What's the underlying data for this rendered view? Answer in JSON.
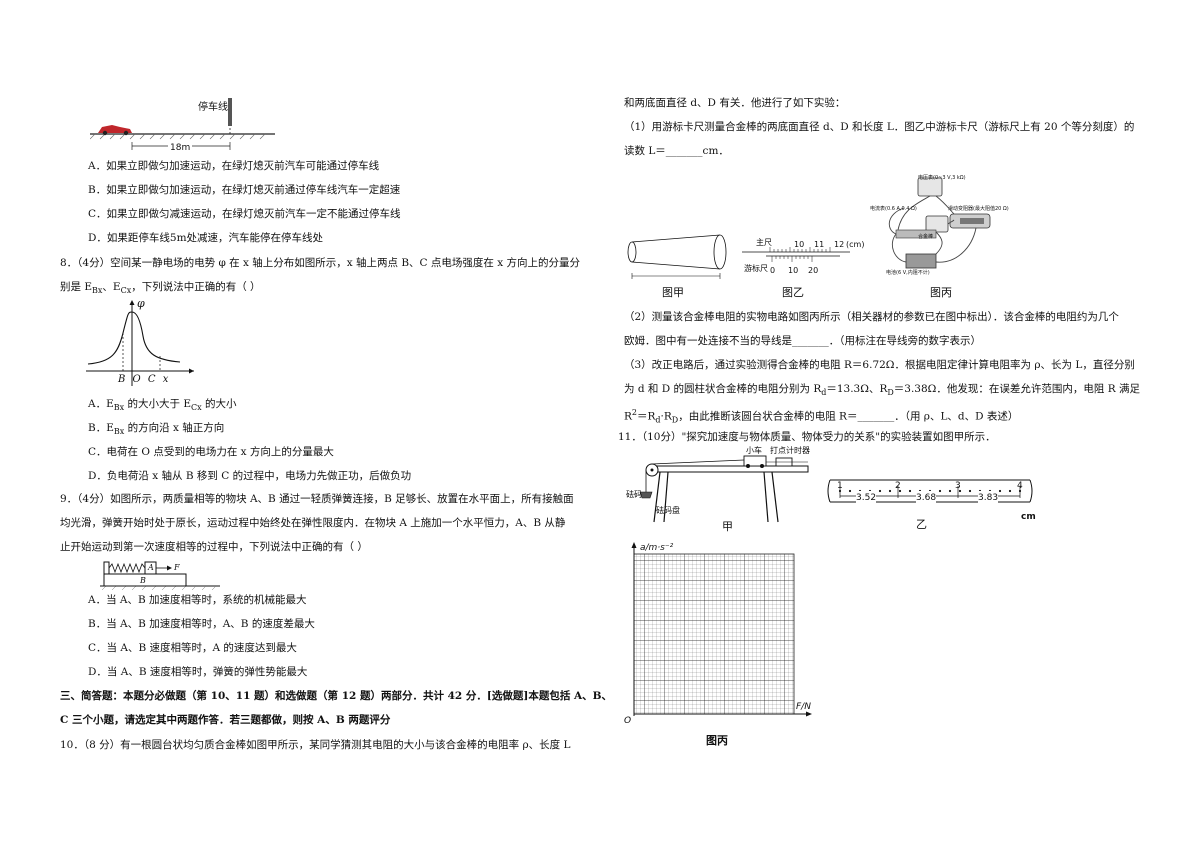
{
  "q7": {
    "fig_label_stopline": "停车线",
    "fig_label_distance": "18m",
    "options": [
      "A．如果立即做匀加速运动，在绿灯熄灭前汽车可能通过停车线",
      "B．如果立即做匀加速运动，在绿灯熄灭前通过停车线汽车一定超速",
      "C．如果立即做匀减速运动，在绿灯熄灭前汽车一定不能通过停车线",
      "D．如果距停车线5m处减速，汽车能停在停车线处"
    ]
  },
  "q8": {
    "stem_line1": "8．（4分）空间某一静电场的电势 φ 在 x 轴上分布如图所示，x 轴上两点 B、C 点电场强度在 x 方向上的分量分",
    "stem_line2": "别是 E",
    "stem_line2_tail": "，下列说法中正确的有（        ）",
    "axis_y": "φ",
    "axis_labels": "B O  C  x",
    "options": [
      "A．E",
      "B．E",
      "C．电荷在 O 点受到的电场力在 x 方向上的分量最大",
      "D．负电荷沿 x 轴从 B 移到 C 的过程中，电场力先做正功，后做负功"
    ],
    "optA_tail": " 的大小大于 E",
    "optA_end": " 的大小",
    "optB_tail": " 的方向沿 x 轴正方向",
    "sub_Bx": "Bx",
    "sub_Cx": "Cx"
  },
  "q9": {
    "stem_line1": "9．（4分）如图所示，两质量相等的物块 A、B 通过一轻质弹簧连接，B 足够长、放置在水平面上，所有接触面",
    "stem_line2": "均光滑，弹簧开始时处于原长，运动过程中始终处在弹性限度内．在物块 A 上施加一个水平恒力，A、B 从静",
    "stem_line3": "止开始运动到第一次速度相等的过程中，下列说法中正确的有（        ）",
    "fig_A": "A",
    "fig_B": "B",
    "fig_F": "F",
    "options": [
      "A．当 A、B 加速度相等时，系统的机械能最大",
      "B．当 A、B 加速度相等时，A、B 的速度差最大",
      "C．当 A、B 速度相等时，A 的速度达到最大",
      "D．当 A、B 速度相等时，弹簧的弹性势能最大"
    ]
  },
  "section3": {
    "line1": "三、简答题：本题分必做题（第 10、11 题）和选做题（第 12 题）两部分．共计 42 分．[选做题]本题包括 A、B、",
    "line2": "C 三个小题，请选定其中两题作答．若三题都做，则按 A、B 两题评分"
  },
  "q10": {
    "stem_line1": "10．（8 分）有一根圆台状均匀质合金棒如图甲所示，某同学猜测其电阻的大小与该合金棒的电阻率  ρ、长度  L",
    "stem_line2": "和两底面直径 d、D 有关．他进行了如下实验：",
    "part1_line1": "（1）用游标卡尺测量合金棒的两底面直径 d、D 和长度 L．图乙中游标卡尺（游标尺上有 20 个等分刻度）的",
    "part1_line2": "读数 L＝_______cm．",
    "fig_jia": "图甲",
    "fig_yi": "图乙",
    "fig_bing": "图丙",
    "caliper_main": "主尺",
    "caliper_vernier": "游标尺",
    "caliper_unit": "(cm)",
    "caliper_ticks_main": [
      "10",
      "11",
      "12"
    ],
    "caliper_ticks_vernier": [
      "0",
      "10",
      "20"
    ],
    "circuit_voltmeter": "电压表(0~3 V,3 kΩ)",
    "circuit_ammeter": "电流表(0.6 A,0.4 Ω)",
    "circuit_rheostat": "滑动变阻器(最大阻值20 Ω)",
    "circuit_battery": "电池(6 V,内阻不计)",
    "circuit_rod": "合金棒",
    "part2_line1": "（2）测量该合金棒电阻的实物电路如图丙所示（相关器材的参数已在图中标出）．该合金棒的电阻约为几个",
    "part2_line2": "欧姆．图中有一处连接不当的导线是_______．（用标注在导线旁的数字表示）",
    "part3_line1": "（3）改正电路后，通过实验测得合金棒的电阻 R＝6.72Ω．根据电阻定律计算电阻率为 ρ、长为 L，直径分别",
    "part3_line2": "为 d 和 D 的圆柱状合金棒的电阻分别为 R",
    "part3_line2_mid": "＝13.3Ω、R",
    "part3_line2_end": "＝3.38Ω．他发现：在误差允许范围内，电阻 R 满足",
    "part3_line3_pre": "R",
    "part3_line3_mid": "＝R",
    "part3_line3_end": "，由此推断该圆台状合金棒的电阻 R＝_______．（用 ρ、L、d、D 表述）",
    "sub_d": "d",
    "sub_D": "D",
    "sup_2": "2"
  },
  "q11": {
    "stem": "11．（10分）\"探究加速度与物体质量、物体受力的关系\"的实验装置如图甲所示．",
    "fig_car": "小车",
    "fig_timer": "打点计时器",
    "fig_weight": "砝码",
    "fig_tray": "砝码盘",
    "fig_jia": "甲",
    "fig_yi": "乙",
    "tape_points": [
      "1",
      "2",
      "3",
      "4"
    ],
    "tape_gaps": [
      "3.52",
      "3.68",
      "3.83"
    ],
    "tape_unit": "cm",
    "graph_y": "a/m·s⁻²",
    "graph_x": "F/N",
    "graph_origin": "O",
    "fig_bing": "图丙"
  }
}
